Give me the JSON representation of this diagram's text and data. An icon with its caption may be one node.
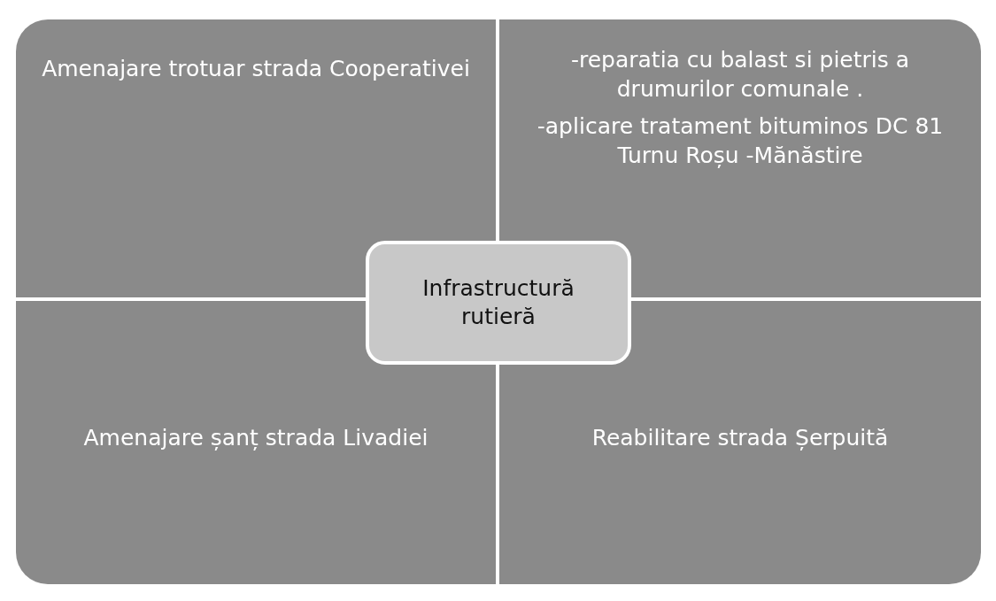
{
  "diagram": {
    "nodes": [
      {
        "text": [
          "Amenajare trotuar strada Cooperativei"
        ]
      },
      {
        "text": [
          "-reparatia cu balast si pietris a drumurilor comunale .",
          "-aplicare tratament bituminos DC 81 Turnu Roșu -Mănăstire"
        ]
      },
      {
        "text": [
          "Infrastructură rutieră"
        ]
      },
      {
        "text": [
          "Amenajare șanț strada Livadiei"
        ]
      },
      {
        "text": [
          "Reabilitare strada Șerpuită"
        ]
      }
    ],
    "edges": []
  }
}
